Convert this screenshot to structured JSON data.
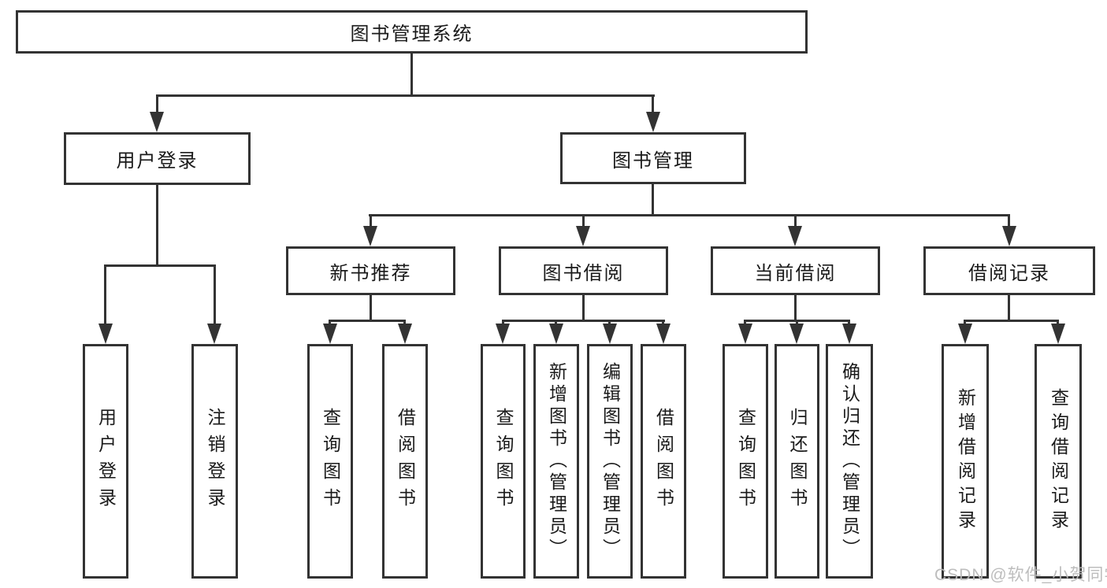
{
  "tree": {
    "root": {
      "label": "图书管理系统"
    },
    "branches": [
      {
        "label": "用户登录",
        "children": [
          {
            "label": "用户登录"
          },
          {
            "label": "注销登录"
          }
        ]
      },
      {
        "label": "图书管理",
        "children": [
          {
            "label": "新书推荐",
            "children": [
              {
                "label": "查询图书"
              },
              {
                "label": "借阅图书"
              }
            ]
          },
          {
            "label": "图书借阅",
            "children": [
              {
                "label": "查询图书"
              },
              {
                "label": "新增图书（管理员）"
              },
              {
                "label": "编辑图书（管理员）"
              },
              {
                "label": "借阅图书"
              }
            ]
          },
          {
            "label": "当前借阅",
            "children": [
              {
                "label": "查询图书"
              },
              {
                "label": "归还图书"
              },
              {
                "label": "确认归还（管理员）"
              }
            ]
          },
          {
            "label": "借阅记录",
            "children": [
              {
                "label": "新增借阅记录"
              },
              {
                "label": "查询借阅记录"
              }
            ]
          }
        ]
      }
    ]
  },
  "watermark": {
    "text": "CSDN @软件_小贺同学"
  },
  "colors": {
    "line": "#333333",
    "box_border": "#333333",
    "background": "#ffffff",
    "text": "#1a1a1a",
    "watermark": "#b9b9b9"
  }
}
